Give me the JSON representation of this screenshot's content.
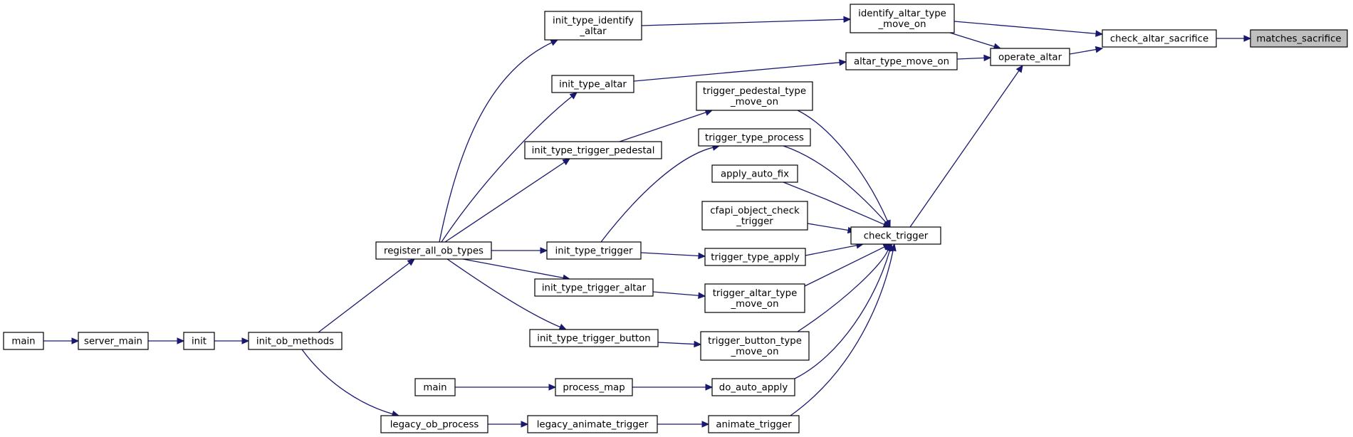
{
  "graph": {
    "colors": {
      "edge": "#191970",
      "node_border": "#000000",
      "node_fill": "#ffffff",
      "highlight_fill": "#bfbfbf"
    },
    "nodes": [
      {
        "id": "matches_sacrifice",
        "lines": [
          "matches_sacrifice"
        ],
        "highlight": true
      },
      {
        "id": "check_altar_sacrifice",
        "lines": [
          "check_altar_sacrifice"
        ]
      },
      {
        "id": "identify_altar_type_move_on",
        "lines": [
          "identify_altar_type",
          "_move_on"
        ]
      },
      {
        "id": "operate_altar",
        "lines": [
          "operate_altar"
        ]
      },
      {
        "id": "init_type_identify_altar",
        "lines": [
          "init_type_identify",
          "_altar"
        ]
      },
      {
        "id": "altar_type_move_on",
        "lines": [
          "altar_type_move_on"
        ]
      },
      {
        "id": "init_type_altar",
        "lines": [
          "init_type_altar"
        ]
      },
      {
        "id": "check_trigger",
        "lines": [
          "check_trigger"
        ]
      },
      {
        "id": "trigger_pedestal_type_move_on",
        "lines": [
          "trigger_pedestal_type",
          "_move_on"
        ]
      },
      {
        "id": "trigger_type_process",
        "lines": [
          "trigger_type_process"
        ]
      },
      {
        "id": "init_type_trigger_pedestal",
        "lines": [
          "init_type_trigger_pedestal"
        ]
      },
      {
        "id": "apply_auto_fix",
        "lines": [
          "apply_auto_fix"
        ]
      },
      {
        "id": "cfapi_object_check_trigger",
        "lines": [
          "cfapi_object_check",
          "_trigger"
        ]
      },
      {
        "id": "register_all_ob_types",
        "lines": [
          "register_all_ob_types"
        ]
      },
      {
        "id": "init_type_trigger",
        "lines": [
          "init_type_trigger"
        ]
      },
      {
        "id": "trigger_type_apply",
        "lines": [
          "trigger_type_apply"
        ]
      },
      {
        "id": "init_type_trigger_altar",
        "lines": [
          "init_type_trigger_altar"
        ]
      },
      {
        "id": "trigger_altar_type_move_on",
        "lines": [
          "trigger_altar_type",
          "_move_on"
        ]
      },
      {
        "id": "init_type_trigger_button",
        "lines": [
          "init_type_trigger_button"
        ]
      },
      {
        "id": "trigger_button_type_move_on",
        "lines": [
          "trigger_button_type",
          "_move_on"
        ]
      },
      {
        "id": "main_1",
        "lines": [
          "main"
        ]
      },
      {
        "id": "server_main",
        "lines": [
          "server_main"
        ]
      },
      {
        "id": "init",
        "lines": [
          "init"
        ]
      },
      {
        "id": "init_ob_methods",
        "lines": [
          "init_ob_methods"
        ]
      },
      {
        "id": "main_2",
        "lines": [
          "main"
        ]
      },
      {
        "id": "process_map",
        "lines": [
          "process_map"
        ]
      },
      {
        "id": "do_auto_apply",
        "lines": [
          "do_auto_apply"
        ]
      },
      {
        "id": "legacy_ob_process",
        "lines": [
          "legacy_ob_process"
        ]
      },
      {
        "id": "legacy_animate_trigger",
        "lines": [
          "legacy_animate_trigger"
        ]
      },
      {
        "id": "animate_trigger",
        "lines": [
          "animate_trigger"
        ]
      }
    ],
    "edges": [
      {
        "from": "check_altar_sacrifice",
        "to": "matches_sacrifice"
      },
      {
        "from": "identify_altar_type_move_on",
        "to": "check_altar_sacrifice"
      },
      {
        "from": "operate_altar",
        "to": "check_altar_sacrifice"
      },
      {
        "from": "init_type_identify_altar",
        "to": "identify_altar_type_move_on"
      },
      {
        "from": "identify_altar_type_move_on",
        "to": "operate_altar"
      },
      {
        "from": "altar_type_move_on",
        "to": "operate_altar"
      },
      {
        "from": "check_trigger",
        "to": "operate_altar"
      },
      {
        "from": "init_type_altar",
        "to": "altar_type_move_on"
      },
      {
        "from": "register_all_ob_types",
        "to": "init_type_identify_altar"
      },
      {
        "from": "register_all_ob_types",
        "to": "init_type_altar"
      },
      {
        "from": "register_all_ob_types",
        "to": "init_type_trigger_pedestal"
      },
      {
        "from": "register_all_ob_types",
        "to": "init_type_trigger"
      },
      {
        "from": "register_all_ob_types",
        "to": "init_type_trigger_altar"
      },
      {
        "from": "register_all_ob_types",
        "to": "init_type_trigger_button"
      },
      {
        "from": "init_type_trigger_pedestal",
        "to": "trigger_pedestal_type_move_on"
      },
      {
        "from": "init_type_trigger",
        "to": "trigger_type_process"
      },
      {
        "from": "init_type_trigger",
        "to": "trigger_type_apply"
      },
      {
        "from": "init_type_trigger_altar",
        "to": "trigger_altar_type_move_on"
      },
      {
        "from": "init_type_trigger_button",
        "to": "trigger_button_type_move_on"
      },
      {
        "from": "trigger_pedestal_type_move_on",
        "to": "check_trigger"
      },
      {
        "from": "trigger_type_process",
        "to": "check_trigger"
      },
      {
        "from": "apply_auto_fix",
        "to": "check_trigger"
      },
      {
        "from": "cfapi_object_check_trigger",
        "to": "check_trigger"
      },
      {
        "from": "trigger_type_apply",
        "to": "check_trigger"
      },
      {
        "from": "trigger_altar_type_move_on",
        "to": "check_trigger"
      },
      {
        "from": "trigger_button_type_move_on",
        "to": "check_trigger"
      },
      {
        "from": "do_auto_apply",
        "to": "check_trigger"
      },
      {
        "from": "animate_trigger",
        "to": "check_trigger"
      },
      {
        "from": "init_ob_methods",
        "to": "register_all_ob_types"
      },
      {
        "from": "init_ob_methods",
        "to": "legacy_ob_process"
      },
      {
        "from": "init",
        "to": "init_ob_methods"
      },
      {
        "from": "server_main",
        "to": "init"
      },
      {
        "from": "main_1",
        "to": "server_main"
      },
      {
        "from": "main_2",
        "to": "process_map"
      },
      {
        "from": "process_map",
        "to": "do_auto_apply"
      },
      {
        "from": "legacy_ob_process",
        "to": "legacy_animate_trigger"
      },
      {
        "from": "legacy_animate_trigger",
        "to": "animate_trigger"
      }
    ]
  }
}
